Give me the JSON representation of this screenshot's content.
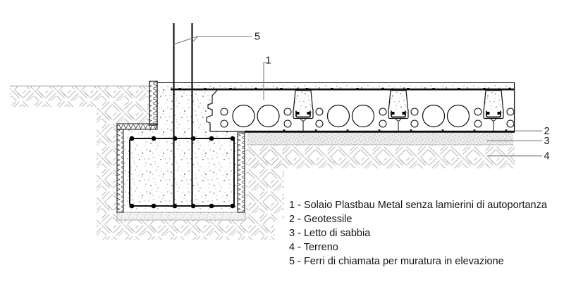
{
  "drawing": {
    "callouts": [
      {
        "label": "1"
      },
      {
        "label": "2"
      },
      {
        "label": "3"
      },
      {
        "label": "4"
      },
      {
        "label": "5"
      }
    ]
  },
  "legend": {
    "items": [
      "1 - Solaio Plastbau Metal senza lamierini di autoportanza",
      "2 - Geotessile",
      "3 - Letto di sabbia",
      "4 - Terreno",
      "5 - Ferri di chiamata per muratura in elevazione"
    ]
  },
  "colors": {
    "ink": "#141414",
    "leader_gray": "#7d7d7d",
    "hatch_gray": "#b6b6b6"
  }
}
